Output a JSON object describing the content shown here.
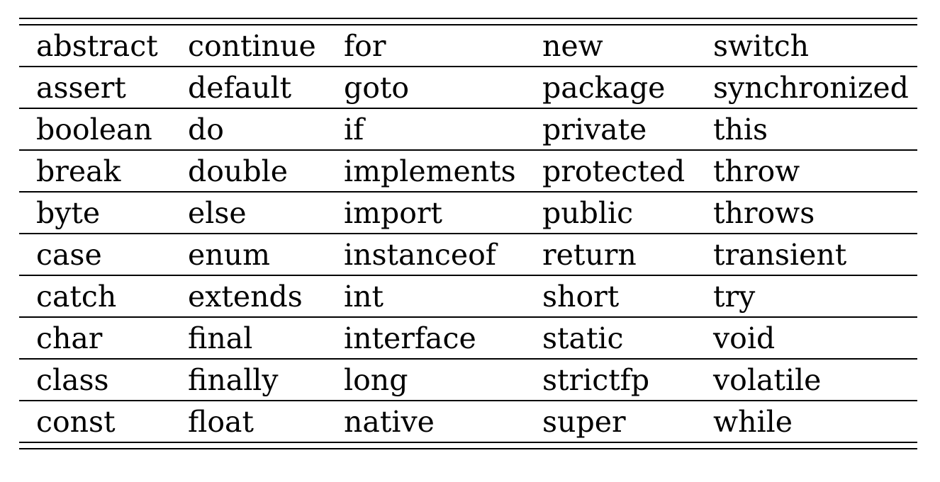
{
  "keywords_table": {
    "rows": [
      [
        "abstract",
        "continue",
        "for",
        "new",
        "switch"
      ],
      [
        "assert",
        "default",
        "goto",
        "package",
        "synchronized"
      ],
      [
        "boolean",
        "do",
        "if",
        "private",
        "this"
      ],
      [
        "break",
        "double",
        "implements",
        "protected",
        "throw"
      ],
      [
        "byte",
        "else",
        "import",
        "public",
        "throws"
      ],
      [
        "case",
        "enum",
        "instanceof",
        "return",
        "transient"
      ],
      [
        "catch",
        "extends",
        "int",
        "short",
        "try"
      ],
      [
        "char",
        "final",
        "interface",
        "static",
        "void"
      ],
      [
        "class",
        "finally",
        "long",
        "strictfp",
        "volatile"
      ],
      [
        "const",
        "float",
        "native",
        "super",
        "while"
      ]
    ]
  }
}
